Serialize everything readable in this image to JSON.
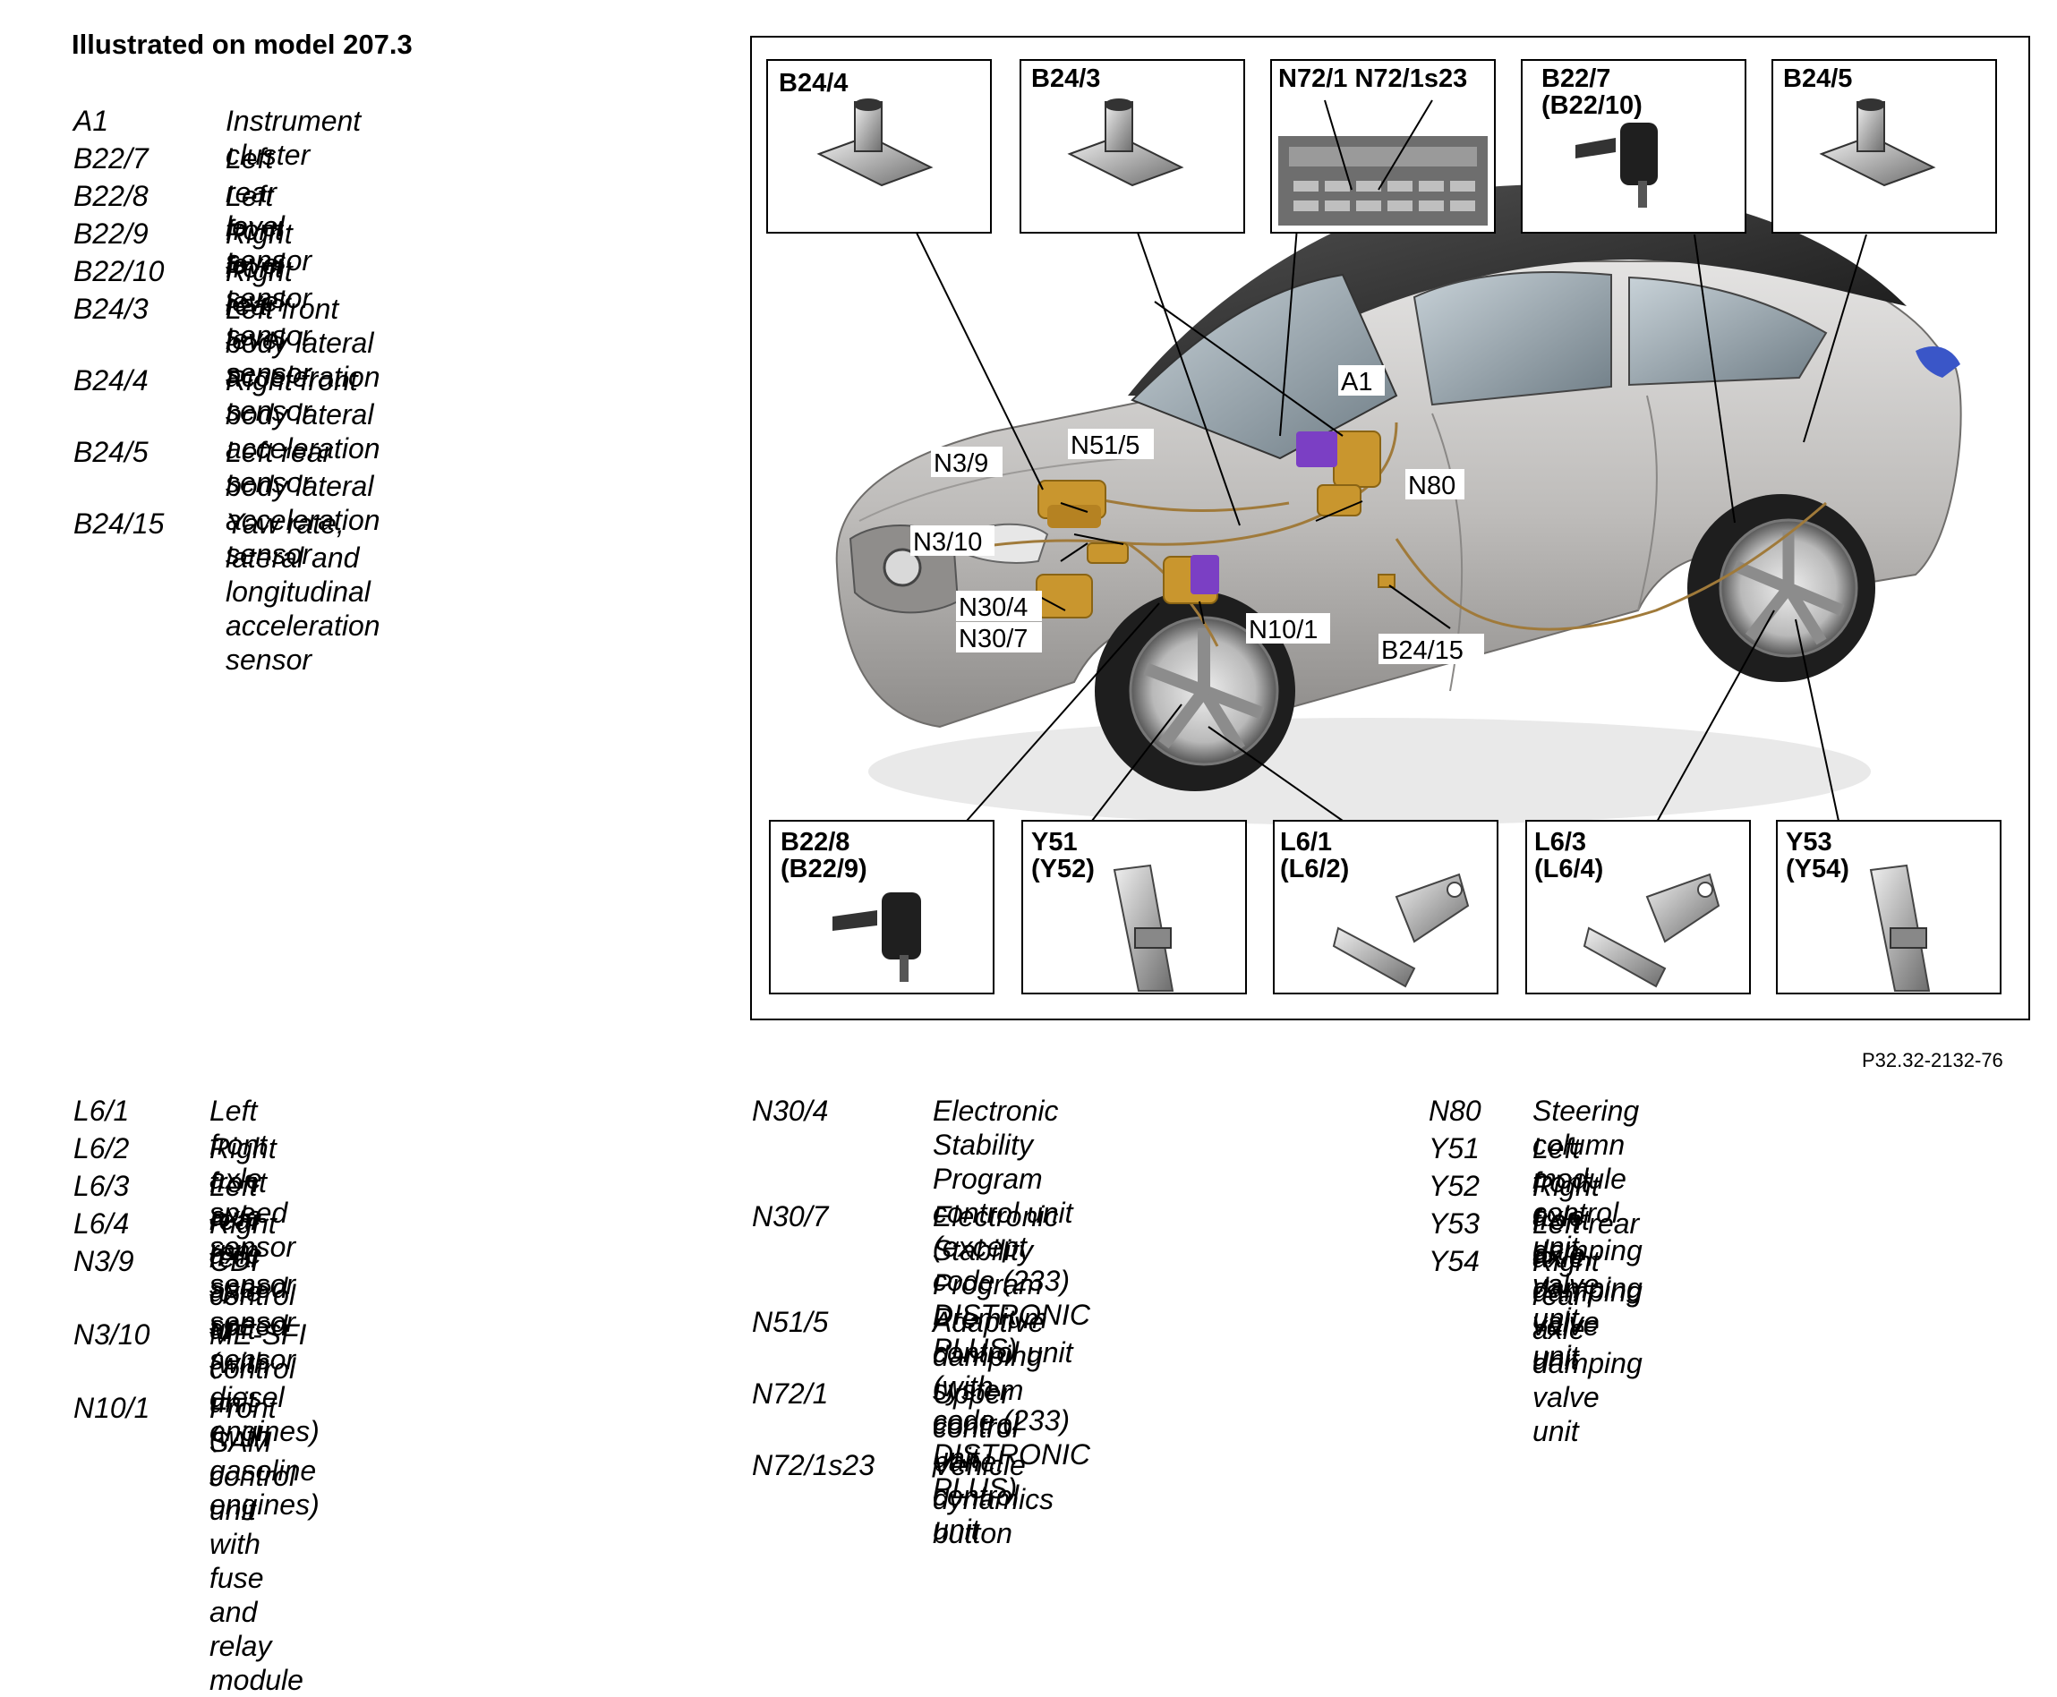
{
  "heading": "Illustrated on model 207.3",
  "legend_top": [
    {
      "code": "A1",
      "desc": "Instrument cluster"
    },
    {
      "code": "B22/7",
      "desc": "Left rear level sensor"
    },
    {
      "code": "B22/8",
      "desc": "Left front level sensor"
    },
    {
      "code": "B22/9",
      "desc": "Right front level sensor"
    },
    {
      "code": "B22/10",
      "desc": "Right rear level sensor"
    },
    {
      "code": "B24/3",
      "desc": "Left front body lateral\nacceleration sensor"
    },
    {
      "code": "B24/4",
      "desc": "Right front body lateral\nacceleration sensor"
    },
    {
      "code": "B24/5",
      "desc": "Left rear body lateral\nacceleration sensor"
    },
    {
      "code": "B24/15",
      "desc": "Yaw rate, lateral and longitudinal\nacceleration sensor"
    }
  ],
  "legend_col1": [
    {
      "code": "L6/1",
      "desc": "Left front axle speed sensor"
    },
    {
      "code": "L6/2",
      "desc": "Right front axle rpm sensor"
    },
    {
      "code": "L6/3",
      "desc": "Left rear axle speed sensor"
    },
    {
      "code": "L6/4",
      "desc": "Right rear axle speed sensor"
    },
    {
      "code": "N3/9",
      "desc": "CDI control unit (with diesel\nengines)"
    },
    {
      "code": "N3/10",
      "desc": "ME-SFI control unit (with\ngasoline engines)"
    },
    {
      "code": "N10/1",
      "desc": "Front SAM control unit with fuse\nand relay module"
    }
  ],
  "legend_col2": [
    {
      "code": "N30/4",
      "desc": "Electronic Stability Program\ncontrol unit (except code (233)\nDISTRONIC PLUS)"
    },
    {
      "code": "N30/7",
      "desc": "Electronic Stability Program\nPremium control unit (with\ncode (233) DISTRONIC PLUS)"
    },
    {
      "code": "N51/5",
      "desc": "Adaptive damping system\ncontrol unit"
    },
    {
      "code": "N72/1",
      "desc": "Upper control panel control\nunit"
    },
    {
      "code": "N72/1s23",
      "desc": "Vehicle dynamics button"
    }
  ],
  "legend_col3": [
    {
      "code": "N80",
      "desc": "Steering column module control unit"
    },
    {
      "code": "Y51",
      "desc": "Left front axle damping valve unit"
    },
    {
      "code": "Y52",
      "desc": "Right front axle damping valve unit"
    },
    {
      "code": "Y53",
      "desc": "Left rear axle damping valve unit"
    },
    {
      "code": "Y54",
      "desc": "Right rear axle damping valve unit"
    }
  ],
  "diagram": {
    "top_boxes": [
      "B24/4",
      "B24/3",
      "N72/1 N72/1s23",
      "B22/7\n(B22/10)",
      "B24/5"
    ],
    "bottom_boxes": [
      "B22/8\n(B22/9)",
      "Y51\n(Y52)",
      "L6/1\n(L6/2)",
      "L6/3\n(L6/4)",
      "Y53\n(Y54)"
    ],
    "callouts": [
      "A1",
      "N3/9",
      "N51/5",
      "N80",
      "N3/10",
      "N30/4",
      "N30/7",
      "N10/1",
      "B24/15"
    ],
    "colors": {
      "component": "#c9962e",
      "component_dark": "#8a6414",
      "module_purple": "#7b3fc4",
      "car_body": "#c9c7c6",
      "glass": "#7f8d95",
      "headlight_blue": "#3a56c8"
    }
  },
  "reference": "P32.32-2132-76"
}
